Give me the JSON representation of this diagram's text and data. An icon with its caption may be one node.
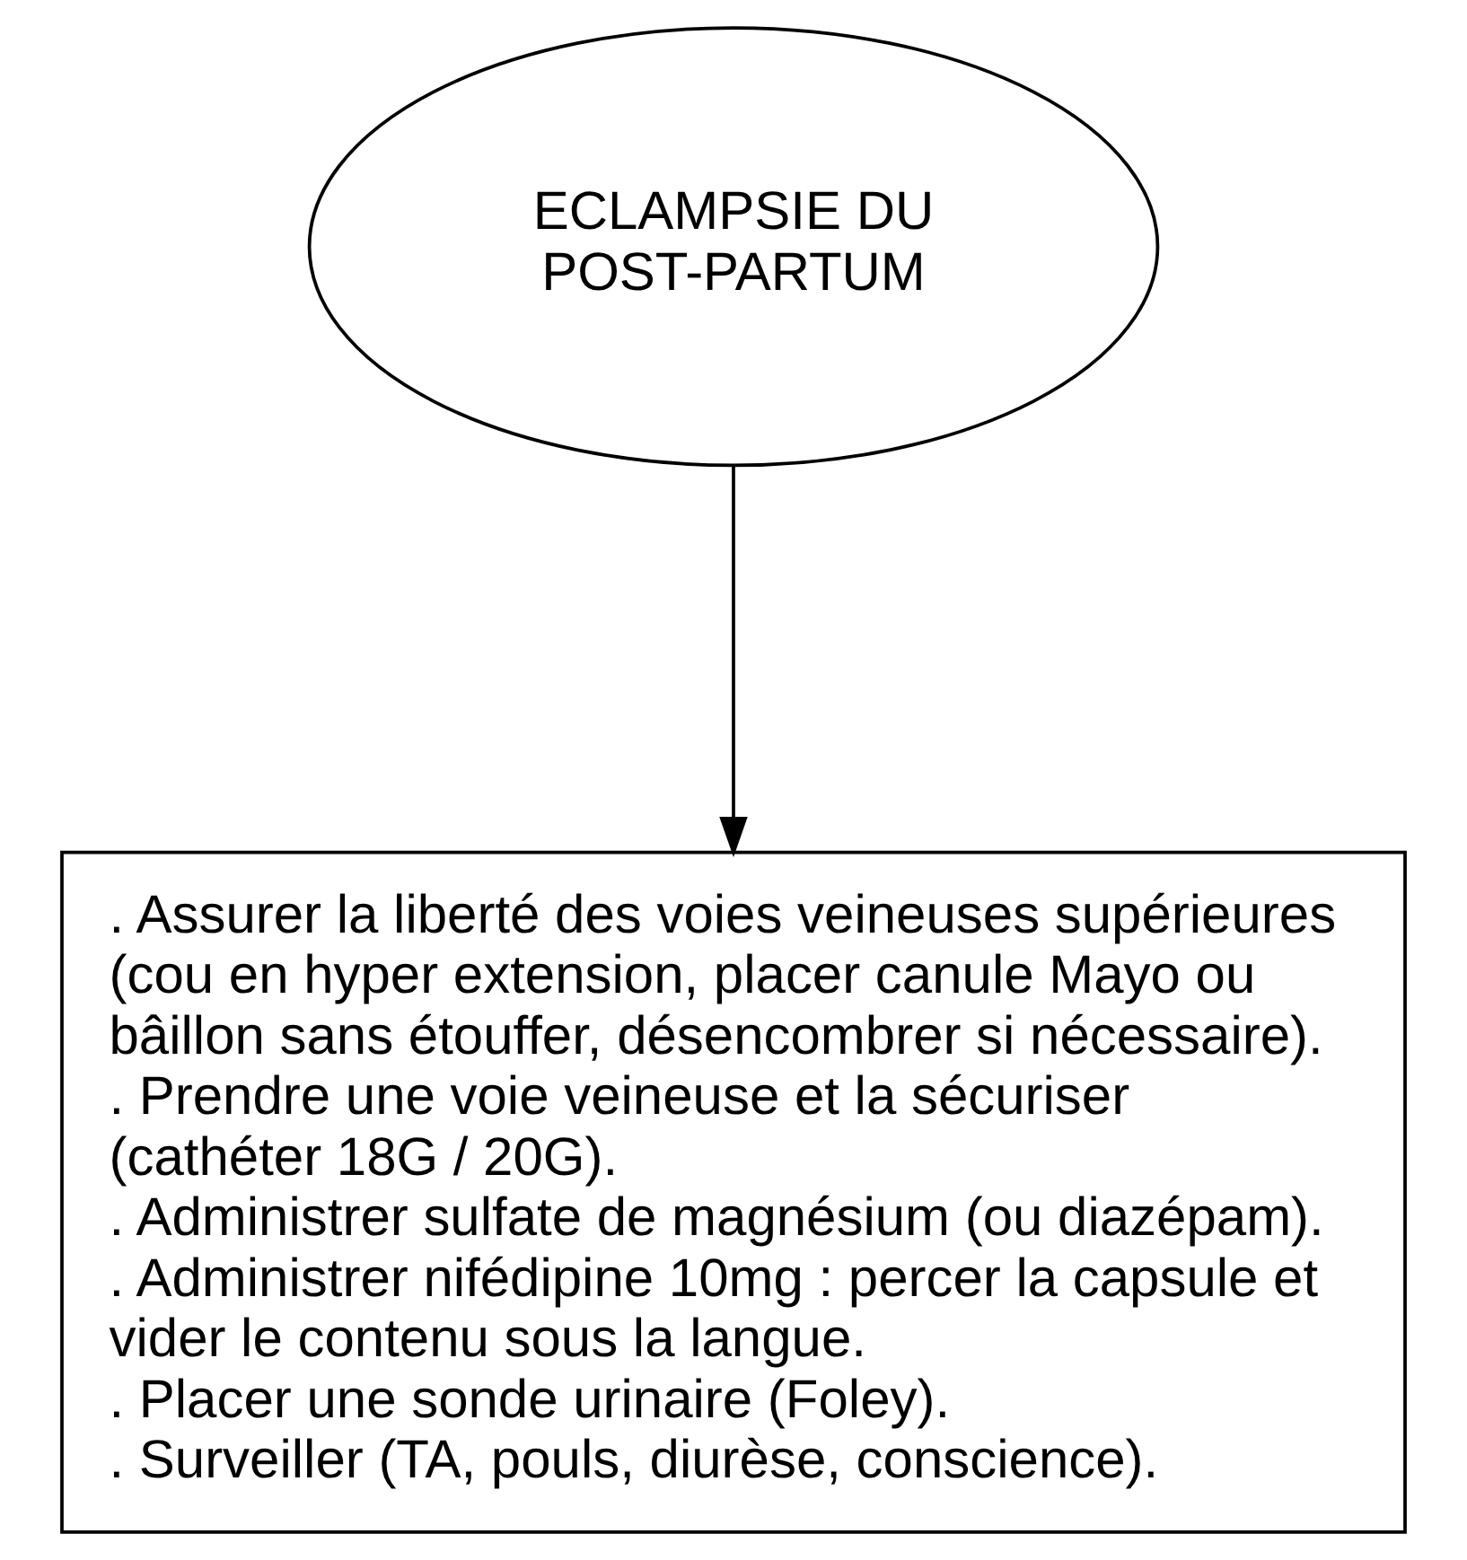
{
  "diagram": {
    "nodes": [
      {
        "text": [
          "ECLAMPSIE DU POST-PARTUM"
        ]
      },
      {
        "text": [
          ". Assurer la liberté des voies veineuses supérieures (cou en hyper extension, placer canule Mayo ou bâillon sans étouffer, désencombrer si nécessaire).",
          ". Prendre une voie veineuse et la sécuriser (cathéter 18G / 20G).",
          ". Administrer sulfate de magnésium (ou diazépam).",
          ". Administrer nifédipine 10mg : percer la capsule et vider le contenu sous la langue.",
          ". Placer une sonde urinaire (Foley).",
          ". Surveiller (TA, pouls, diurèse, conscience)."
        ]
      }
    ],
    "edges": [
      {
        "from": 0,
        "to": 1,
        "arrow": "to"
      }
    ]
  }
}
